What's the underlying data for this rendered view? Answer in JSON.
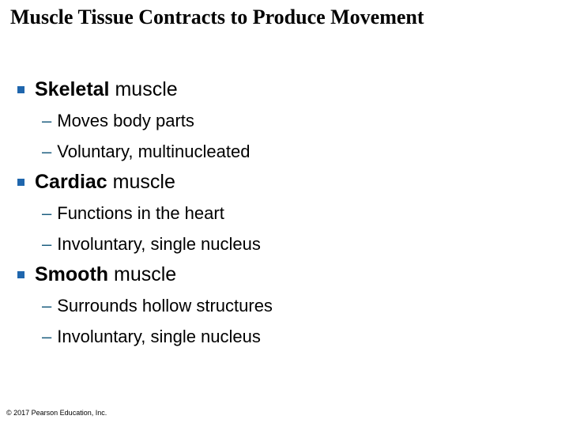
{
  "slide": {
    "title": "Muscle Tissue Contracts to Produce Movement",
    "dash_glyph": "–",
    "colors": {
      "background": "#FFFFFF",
      "title_text": "#000000",
      "body_text": "#000000",
      "square_bullet": "#1F66AD",
      "dash_bullet": "#1E5F80"
    },
    "sections": [
      {
        "term": "Skeletal",
        "rest": " muscle",
        "subs": [
          "Moves body parts",
          "Voluntary, multinucleated"
        ]
      },
      {
        "term": "Cardiac",
        "rest": " muscle",
        "subs": [
          "Functions in the heart",
          "Involuntary, single nucleus"
        ]
      },
      {
        "term": "Smooth",
        "rest": " muscle",
        "subs": [
          "Surrounds hollow structures",
          "Involuntary, single nucleus"
        ]
      }
    ],
    "footer": "© 2017 Pearson Education, Inc."
  }
}
